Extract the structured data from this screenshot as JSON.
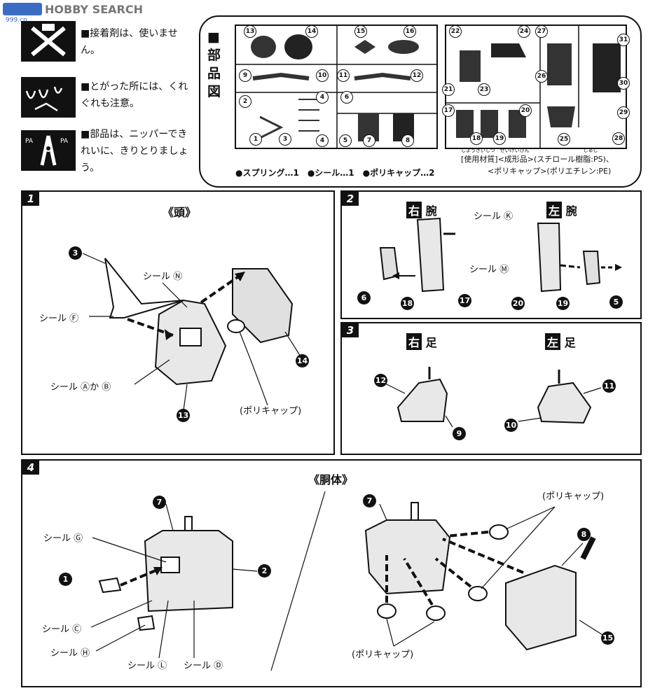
{
  "watermark": {
    "brand": "HOBBY SEARCH",
    "site": "999.cn"
  },
  "warnings": [
    {
      "icon": "no-glue-icon",
      "text": "■接着剤は、使いません。"
    },
    {
      "icon": "sharp-edge-icon",
      "text": "■とがった所には、くれぐれも注意。"
    },
    {
      "icon": "nipper-icon",
      "text": "■部品は、ニッパーできれいに、きりとりましょう。"
    }
  ],
  "parts_diagram": {
    "title": "■部品図",
    "material_ruby": "しようざいしつ　せいけいひん　　　　　　　　　　　じゅし",
    "material_line1": "[使用材質]<成形品>(スチロール樹脂:PS)、",
    "material_line2": "<ポリキャップ>(ポリエチレン:PE)",
    "extras": "●スプリング…1　●シール…1　●ポリキャップ…2",
    "sprue_a_numbers": [
      "13",
      "14",
      "15",
      "16",
      "9",
      "10",
      "11",
      "12",
      "2",
      "4",
      "6",
      "1",
      "3",
      "4",
      "5",
      "7",
      "8"
    ],
    "sprue_b_numbers": [
      "22",
      "24",
      "27",
      "31",
      "21",
      "23",
      "26",
      "30",
      "17",
      "20",
      "18",
      "19",
      "25",
      "29",
      "28"
    ]
  },
  "steps": [
    {
      "number": "1",
      "title": "《頭》",
      "labels": {
        "seal_n": "シール Ⓝ",
        "seal_f": "シール Ⓕ",
        "seal_ab": "シール Ⓐか Ⓑ",
        "polycap": "(ポリキャップ)"
      },
      "parts": [
        "3",
        "13",
        "14"
      ]
    },
    {
      "number": "2",
      "right_char": "右",
      "right_label": "腕",
      "left_char": "左",
      "left_label": "腕",
      "labels": {
        "seal_k": "シール Ⓚ",
        "seal_m": "シール Ⓜ"
      },
      "parts": [
        "6",
        "18",
        "17",
        "20",
        "19",
        "5"
      ]
    },
    {
      "number": "3",
      "right_char": "右",
      "right_label": "足",
      "left_char": "左",
      "left_label": "足",
      "parts": [
        "12",
        "9",
        "11",
        "10"
      ]
    },
    {
      "number": "4",
      "title": "《胴体》",
      "labels": {
        "seal_g": "シール Ⓖ",
        "seal_c": "シール Ⓒ",
        "seal_h": "シール Ⓗ",
        "seal_l": "シール Ⓛ",
        "seal_d": "シール Ⓓ",
        "polycap_top": "(ポリキャップ)",
        "polycap_bottom": "(ポリキャップ)"
      },
      "parts": [
        "7",
        "1",
        "2",
        "7",
        "8",
        "15"
      ]
    }
  ]
}
